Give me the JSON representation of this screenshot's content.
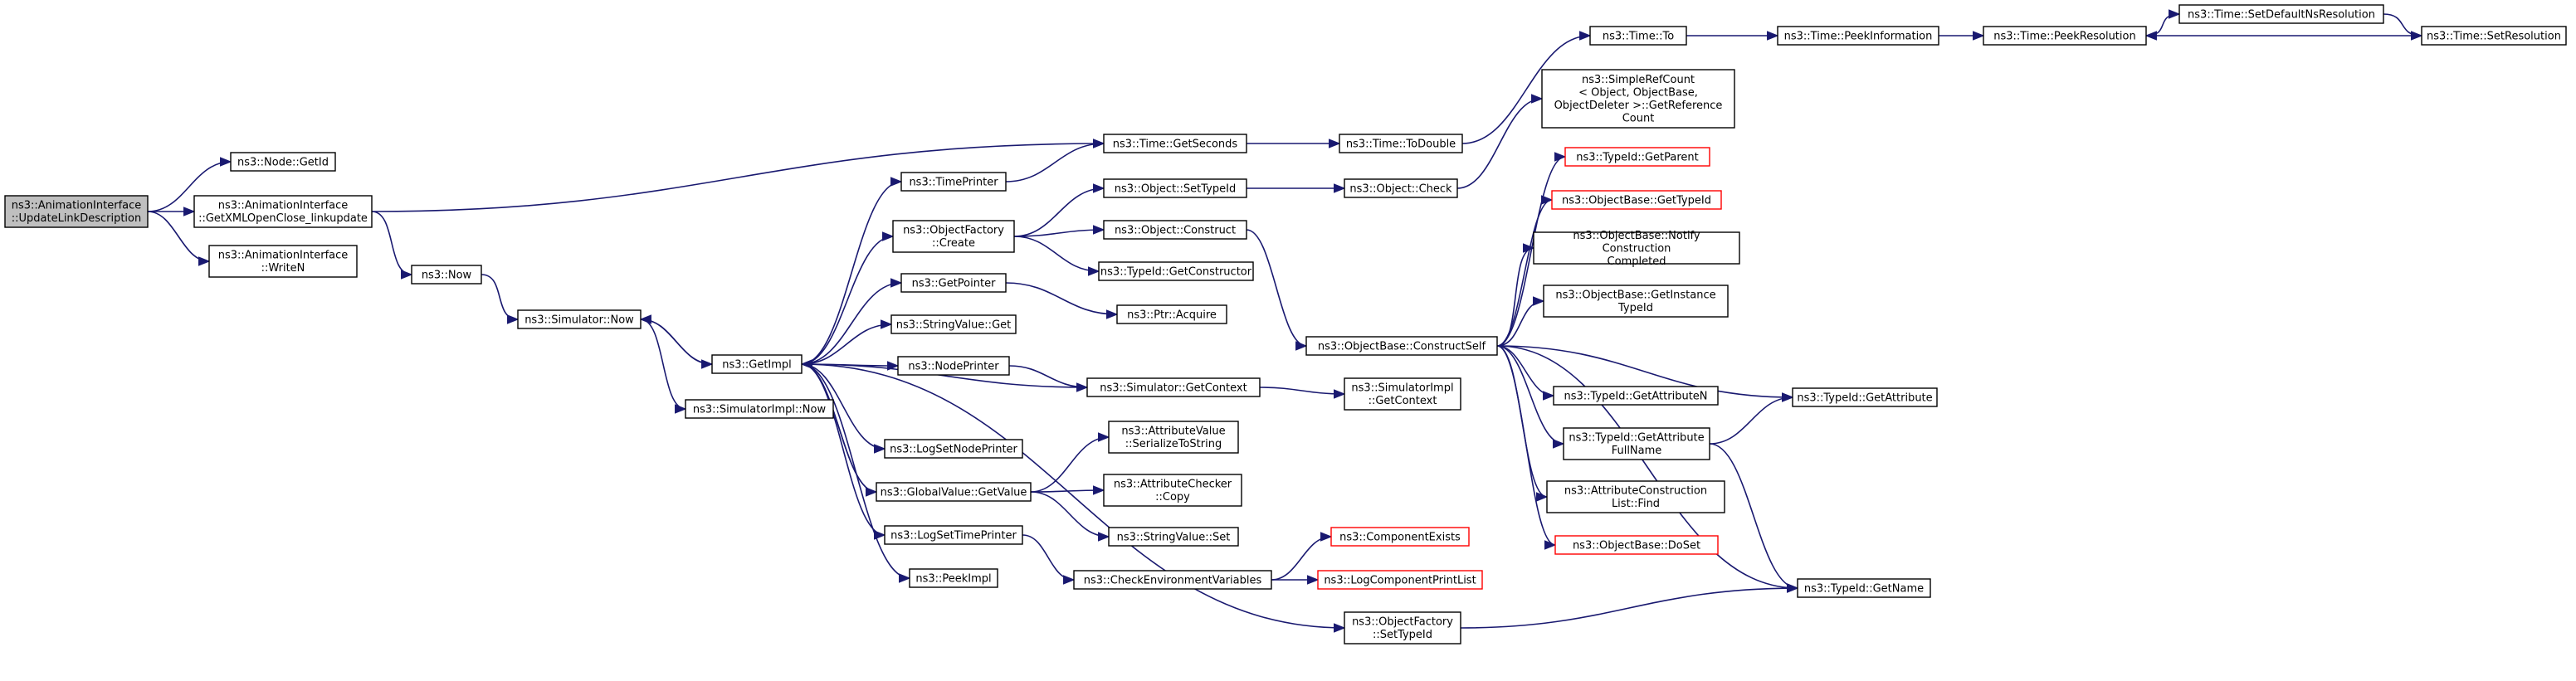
{
  "colors": {
    "edge": "#191970",
    "node_border": "#000000",
    "root_fill": "#bfbfbf",
    "unresolved_border": "#ff0000"
  },
  "nodes": [
    {
      "id": "n_update",
      "lines": [
        "ns3::AnimationInterface",
        "::UpdateLinkDescription"
      ],
      "kind": "root"
    },
    {
      "id": "n_getid",
      "lines": [
        "ns3::Node::GetId"
      ]
    },
    {
      "id": "n_xmlopen",
      "lines": [
        "ns3::AnimationInterface",
        "::GetXMLOpenClose_linkupdate"
      ]
    },
    {
      "id": "n_writen",
      "lines": [
        "ns3::AnimationInterface",
        "::WriteN"
      ]
    },
    {
      "id": "n_now",
      "lines": [
        "ns3::Now"
      ]
    },
    {
      "id": "n_simnow",
      "lines": [
        "ns3::Simulator::Now"
      ]
    },
    {
      "id": "n_getimpl",
      "lines": [
        "ns3::GetImpl"
      ]
    },
    {
      "id": "n_simimplnow",
      "lines": [
        "ns3::SimulatorImpl::Now"
      ]
    },
    {
      "id": "n_timeprinter",
      "lines": [
        "ns3::TimePrinter"
      ]
    },
    {
      "id": "n_objfactory",
      "lines": [
        "ns3::ObjectFactory",
        "::Create"
      ]
    },
    {
      "id": "n_getpointer",
      "lines": [
        "ns3::GetPointer"
      ]
    },
    {
      "id": "n_stringget",
      "lines": [
        "ns3::StringValue::Get"
      ]
    },
    {
      "id": "n_nodeprinter",
      "lines": [
        "ns3::NodePrinter"
      ]
    },
    {
      "id": "n_logsetnode",
      "lines": [
        "ns3::LogSetNodePrinter"
      ]
    },
    {
      "id": "n_globalget",
      "lines": [
        "ns3::GlobalValue::GetValue"
      ]
    },
    {
      "id": "n_logsettime",
      "lines": [
        "ns3::LogSetTimePrinter"
      ]
    },
    {
      "id": "n_peekimpl",
      "lines": [
        "ns3::PeekImpl"
      ]
    },
    {
      "id": "n_getseconds",
      "lines": [
        "ns3::Time::GetSeconds"
      ]
    },
    {
      "id": "n_settypeid",
      "lines": [
        "ns3::Object::SetTypeId"
      ]
    },
    {
      "id": "n_construct",
      "lines": [
        "ns3::Object::Construct"
      ]
    },
    {
      "id": "n_getconstructor",
      "lines": [
        "ns3::TypeId::GetConstructor"
      ]
    },
    {
      "id": "n_ptracquire",
      "lines": [
        "ns3::Ptr::Acquire"
      ]
    },
    {
      "id": "n_getcontext",
      "lines": [
        "ns3::Simulator::GetContext"
      ]
    },
    {
      "id": "n_serialize",
      "lines": [
        "ns3::AttributeValue",
        "::SerializeToString"
      ]
    },
    {
      "id": "n_checkercopy",
      "lines": [
        "ns3::AttributeChecker",
        "::Copy"
      ]
    },
    {
      "id": "n_stringset",
      "lines": [
        "ns3::StringValue::Set"
      ]
    },
    {
      "id": "n_checkenv",
      "lines": [
        "ns3::CheckEnvironmentVariables"
      ]
    },
    {
      "id": "n_factsettype",
      "lines": [
        "ns3::ObjectFactory",
        "::SetTypeId"
      ]
    },
    {
      "id": "n_todouble",
      "lines": [
        "ns3::Time::ToDouble"
      ]
    },
    {
      "id": "n_objcheck",
      "lines": [
        "ns3::Object::Check"
      ]
    },
    {
      "id": "n_constructself",
      "lines": [
        "ns3::ObjectBase::ConstructSelf"
      ]
    },
    {
      "id": "n_implcontext",
      "lines": [
        "ns3::SimulatorImpl",
        "::GetContext"
      ]
    },
    {
      "id": "n_compexists",
      "lines": [
        "ns3::ComponentExists"
      ],
      "kind": "red"
    },
    {
      "id": "n_logcompprint",
      "lines": [
        "ns3::LogComponentPrintList"
      ],
      "kind": "red"
    },
    {
      "id": "n_timeto",
      "lines": [
        "ns3::Time::To"
      ]
    },
    {
      "id": "n_refcount",
      "lines": [
        "ns3::SimpleRefCount",
        "< Object, ObjectBase,",
        "ObjectDeleter >::GetReference",
        "Count"
      ]
    },
    {
      "id": "n_getparent",
      "lines": [
        "ns3::TypeId::GetParent"
      ],
      "kind": "red"
    },
    {
      "id": "n_obgettypeid",
      "lines": [
        "ns3::ObjectBase::GetTypeId"
      ],
      "kind": "red"
    },
    {
      "id": "n_notify",
      "lines": [
        "ns3::ObjectBase::Notify",
        "Construction",
        "Completed"
      ]
    },
    {
      "id": "n_getinsttype",
      "lines": [
        "ns3::ObjectBase::GetInstance",
        "TypeId"
      ]
    },
    {
      "id": "n_getattrn",
      "lines": [
        "ns3::TypeId::GetAttributeN"
      ]
    },
    {
      "id": "n_getattrfull",
      "lines": [
        "ns3::TypeId::GetAttribute",
        "FullName"
      ]
    },
    {
      "id": "n_attrconstfind",
      "lines": [
        "ns3::AttributeConstruction",
        "List::Find"
      ]
    },
    {
      "id": "n_doset",
      "lines": [
        "ns3::ObjectBase::DoSet"
      ],
      "kind": "red"
    },
    {
      "id": "n_peekinfo",
      "lines": [
        "ns3::Time::PeekInformation"
      ]
    },
    {
      "id": "n_getattr",
      "lines": [
        "ns3::TypeId::GetAttribute"
      ]
    },
    {
      "id": "n_getname",
      "lines": [
        "ns3::TypeId::GetName"
      ]
    },
    {
      "id": "n_peekres",
      "lines": [
        "ns3::Time::PeekResolution"
      ]
    },
    {
      "id": "n_setdefaultns",
      "lines": [
        "ns3::Time::SetDefaultNsResolution"
      ]
    },
    {
      "id": "n_setres",
      "lines": [
        "ns3::Time::SetResolution"
      ]
    }
  ],
  "edges": [
    [
      "n_update",
      "n_getid"
    ],
    [
      "n_update",
      "n_xmlopen"
    ],
    [
      "n_update",
      "n_writen"
    ],
    [
      "n_xmlopen",
      "n_getseconds"
    ],
    [
      "n_xmlopen",
      "n_now"
    ],
    [
      "n_now",
      "n_simnow"
    ],
    [
      "n_simnow",
      "n_getimpl"
    ],
    [
      "n_simnow",
      "n_simimplnow"
    ],
    [
      "n_getimpl",
      "n_simnow"
    ],
    [
      "n_getimpl",
      "n_timeprinter"
    ],
    [
      "n_getimpl",
      "n_objfactory"
    ],
    [
      "n_getimpl",
      "n_getpointer"
    ],
    [
      "n_getimpl",
      "n_stringget"
    ],
    [
      "n_getimpl",
      "n_nodeprinter"
    ],
    [
      "n_getimpl",
      "n_logsetnode"
    ],
    [
      "n_getimpl",
      "n_globalget"
    ],
    [
      "n_getimpl",
      "n_logsettime"
    ],
    [
      "n_getimpl",
      "n_peekimpl"
    ],
    [
      "n_getimpl",
      "n_factsettype"
    ],
    [
      "n_timeprinter",
      "n_getseconds"
    ],
    [
      "n_objfactory",
      "n_settypeid"
    ],
    [
      "n_objfactory",
      "n_construct"
    ],
    [
      "n_objfactory",
      "n_getconstructor"
    ],
    [
      "n_getpointer",
      "n_ptracquire"
    ],
    [
      "n_nodeprinter",
      "n_getcontext"
    ],
    [
      "n_getcontext",
      "n_getimpl"
    ],
    [
      "n_getcontext",
      "n_implcontext"
    ],
    [
      "n_globalget",
      "n_getimpl"
    ],
    [
      "n_globalget",
      "n_serialize"
    ],
    [
      "n_globalget",
      "n_checkercopy"
    ],
    [
      "n_globalget",
      "n_stringset"
    ],
    [
      "n_logsettime",
      "n_checkenv"
    ],
    [
      "n_checkenv",
      "n_compexists"
    ],
    [
      "n_checkenv",
      "n_logcompprint"
    ],
    [
      "n_factsettype",
      "n_getname"
    ],
    [
      "n_getseconds",
      "n_todouble"
    ],
    [
      "n_todouble",
      "n_timeto"
    ],
    [
      "n_settypeid",
      "n_objcheck"
    ],
    [
      "n_objcheck",
      "n_refcount"
    ],
    [
      "n_construct",
      "n_constructself"
    ],
    [
      "n_constructself",
      "n_getparent"
    ],
    [
      "n_constructself",
      "n_obgettypeid"
    ],
    [
      "n_constructself",
      "n_notify"
    ],
    [
      "n_constructself",
      "n_getinsttype"
    ],
    [
      "n_constructself",
      "n_getattr"
    ],
    [
      "n_constructself",
      "n_getattrn"
    ],
    [
      "n_constructself",
      "n_getattrfull"
    ],
    [
      "n_constructself",
      "n_attrconstfind"
    ],
    [
      "n_constructself",
      "n_doset"
    ],
    [
      "n_constructself",
      "n_getname"
    ],
    [
      "n_getattrfull",
      "n_getattr"
    ],
    [
      "n_getattrfull",
      "n_getname"
    ],
    [
      "n_timeto",
      "n_peekinfo"
    ],
    [
      "n_peekinfo",
      "n_peekres"
    ],
    [
      "n_peekres",
      "n_setdefaultns"
    ],
    [
      "n_setdefaultns",
      "n_setres"
    ],
    [
      "n_setres",
      "n_peekres"
    ]
  ]
}
